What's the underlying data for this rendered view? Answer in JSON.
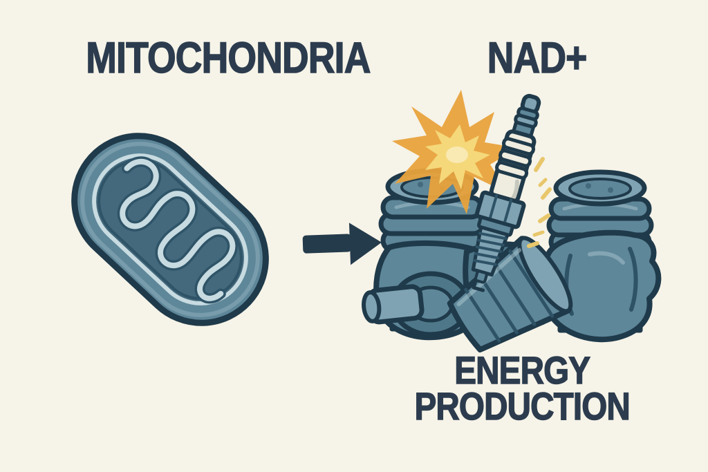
{
  "scene": {
    "labels": {
      "mitochondria": "MITOCHONDRIA",
      "nad_plus": "NAD+",
      "energy_line1": "ENERGY",
      "energy_line2": "PRODUCTION"
    },
    "illustrations": [
      {
        "name": "mitochondrion-illustration",
        "depicts": "cross-section of a mitochondrion with squiggly cristae"
      },
      {
        "name": "arrow-right-icon",
        "depicts": "solid right-pointing arrow"
      },
      {
        "name": "engine-illustration",
        "depicts": "two-cylinder engine block with spark plug and spark burst"
      }
    ],
    "colors": {
      "background": "#F6F3E8",
      "text": "#2C3C4E",
      "outline": "#1F3A4A",
      "arrow": "#243B4B",
      "body_blue": "#5E8799",
      "body_blue_deep": "#4E7889",
      "body_blue_light": "#7FA3B2",
      "highlight": "#A9C4CE",
      "panel_line": "#2E5266",
      "matrix_teal": "#44697C",
      "cristae_light": "#C7DBE1",
      "cristae_dark": "#2F5468",
      "ceramic_white": "#EFECE0",
      "ceramic_shade": "#BBBFB4",
      "spark_orange": "#E8A23C",
      "spark_yellow": "#F5D87A",
      "spark_pale": "#FAEBB8",
      "spark_dash": "#E8C76B"
    }
  }
}
